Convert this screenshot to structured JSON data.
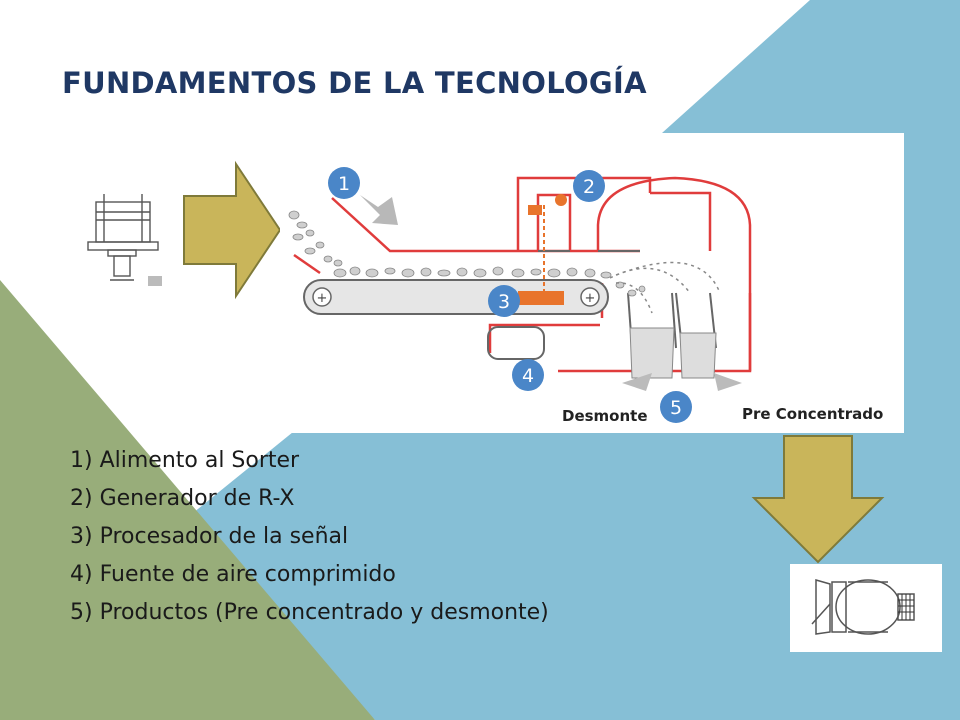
{
  "slide": {
    "title": "FUNDAMENTOS DE LA TECNOLOGÍA",
    "colors": {
      "title": "#1f3864",
      "background_blue": "#86bfd6",
      "background_green": "#98ad7a",
      "arrow_fill": "#c9b55a",
      "arrow_stroke": "#7f7a3a",
      "diagram_lines": "#e03c3c",
      "callout_circle": "#4a86c8"
    },
    "legend": [
      "1)  Alimento al Sorter",
      "2) Generador de R-X",
      "3) Procesador de la señal",
      "4) Fuente de aire comprimido",
      "5) Productos (Pre concentrado y desmonte)"
    ]
  },
  "diagram": {
    "callouts": [
      "1",
      "2",
      "3",
      "4",
      "5"
    ],
    "label_desmonte": "Desmonte",
    "label_pre_concentrado": "Pre Concentrado"
  }
}
